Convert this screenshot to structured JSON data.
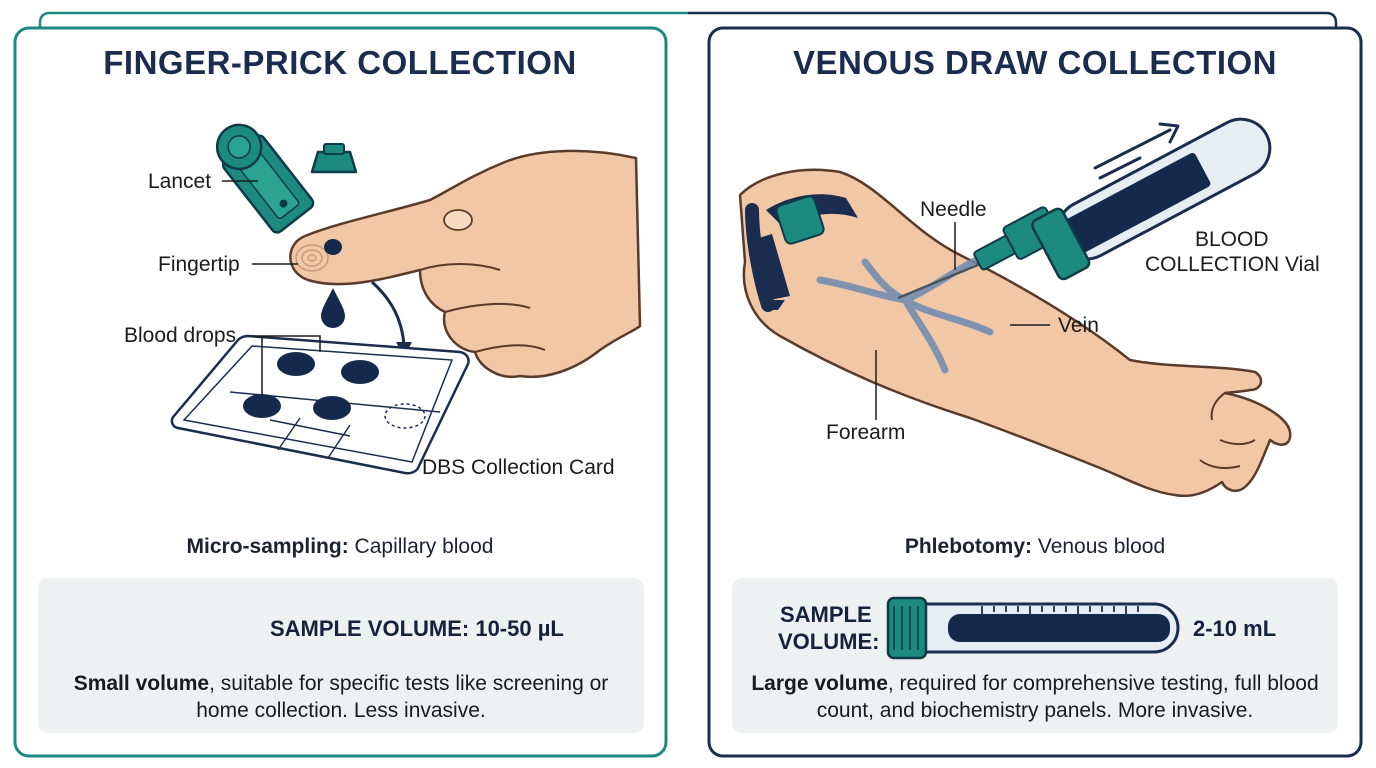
{
  "left": {
    "title": "FINGER-PRICK COLLECTION",
    "labels": {
      "lancet": "Lancet",
      "fingertip": "Fingertip",
      "blood_drops": "Blood drops",
      "card": "DBS Collection Card"
    },
    "method_bold": "Micro-sampling:",
    "method_text": " Capillary blood",
    "volume_title": "SAMPLE VOLUME: 10-50 µL",
    "desc_bold": "Small volume",
    "desc_text": ", suitable for specific tests like screening or home collection. Less invasive."
  },
  "right": {
    "title": "VENOUS DRAW COLLECTION",
    "labels": {
      "needle": "Needle",
      "vial_line1": "BLOOD",
      "vial_line2": "COLLECTION Vial",
      "vein": "Vein",
      "forearm": "Forearm"
    },
    "method_bold": "Phlebotomy:",
    "method_text": " Venous blood",
    "volume_title_line1": "SAMPLE",
    "volume_title_line2": "VOLUME:",
    "volume_value": "2-10 mL",
    "desc_bold": "Large volume",
    "desc_text": ", required for comprehensive testing, full blood count, and biochemistry panels. More invasive."
  },
  "colors": {
    "teal": "#1d8a80",
    "navy": "#1a2d4f",
    "blood": "#132a4d",
    "skin": "#f2c7a6",
    "box": "#edf1f2"
  },
  "icons": [
    "lancet-icon",
    "finger-hand-icon",
    "blood-drop-icon",
    "dbs-card-icon",
    "tourniquet-icon",
    "needle-icon",
    "vial-icon",
    "vein-icon",
    "arm-icon"
  ]
}
